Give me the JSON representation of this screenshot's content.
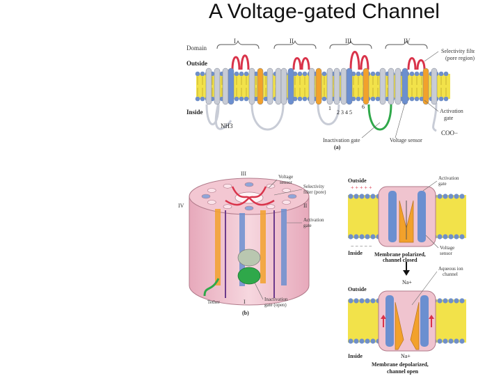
{
  "title": "A Voltage-gated Channel",
  "panel_a": {
    "domain_label": "Domain",
    "domains": [
      "I",
      "II",
      "III",
      "IV"
    ],
    "outside_label": "Outside",
    "inside_label": "Inside",
    "n_terminus": "NH3",
    "c_terminus": "COO−",
    "segment_one": "1",
    "segment_numbers": "2 3 4 5",
    "segment_six": "6",
    "selectivity_filter": "Selectivity filter",
    "pore_region": "(pore region)",
    "activation_gate_1": "Activation",
    "activation_gate_2": "gate",
    "inactivation_gate": "Inactivation gate",
    "voltage_sensor": "Voltage sensor",
    "panel_letter": "(a)"
  },
  "panel_b": {
    "roman_iii": "III",
    "roman_ii": "II",
    "roman_iv": "IV",
    "roman_i": "I",
    "voltage_sensor_1": "Voltage",
    "voltage_sensor_2": "sensor",
    "selectivity_1": "Selectivity",
    "selectivity_2": "filter (pore)",
    "activation_1": "Activation",
    "activation_2": "gate",
    "tether": "Tether",
    "inactivation_1": "Inactivation",
    "inactivation_2": "gate (open)",
    "panel_letter": "(b)"
  },
  "panel_c": {
    "outside_top": "Outside",
    "inside_top": "Inside",
    "plus_row": "+ + + + +",
    "minus_row": "− − − − −",
    "activation_gate_1": "Activation",
    "activation_gate_2": "gate",
    "voltage_sensor_1": "Voltage",
    "voltage_sensor_2": "sensor",
    "polarized_1": "Membrane polarized,",
    "polarized_2": "channel closed",
    "na_top": "Na+",
    "aqueous_1": "Aqueous ion",
    "aqueous_2": "channel",
    "outside_bottom": "Outside",
    "inside_bottom": "Inside",
    "na_bottom": "Na+",
    "depolarized_1": "Membrane depolarized,",
    "depolarized_2": "channel open"
  },
  "colors": {
    "membrane_yellow": "#f2e24a",
    "lipid_head": "#6f8fc9",
    "helix_blue": "#6b8fd0",
    "helix_gray": "#c8ccd6",
    "pore_red": "#d9334a",
    "voltage_orange": "#f2a12b",
    "inactivation_green": "#2fa84a",
    "channel_pink": "#f0c4cf"
  }
}
